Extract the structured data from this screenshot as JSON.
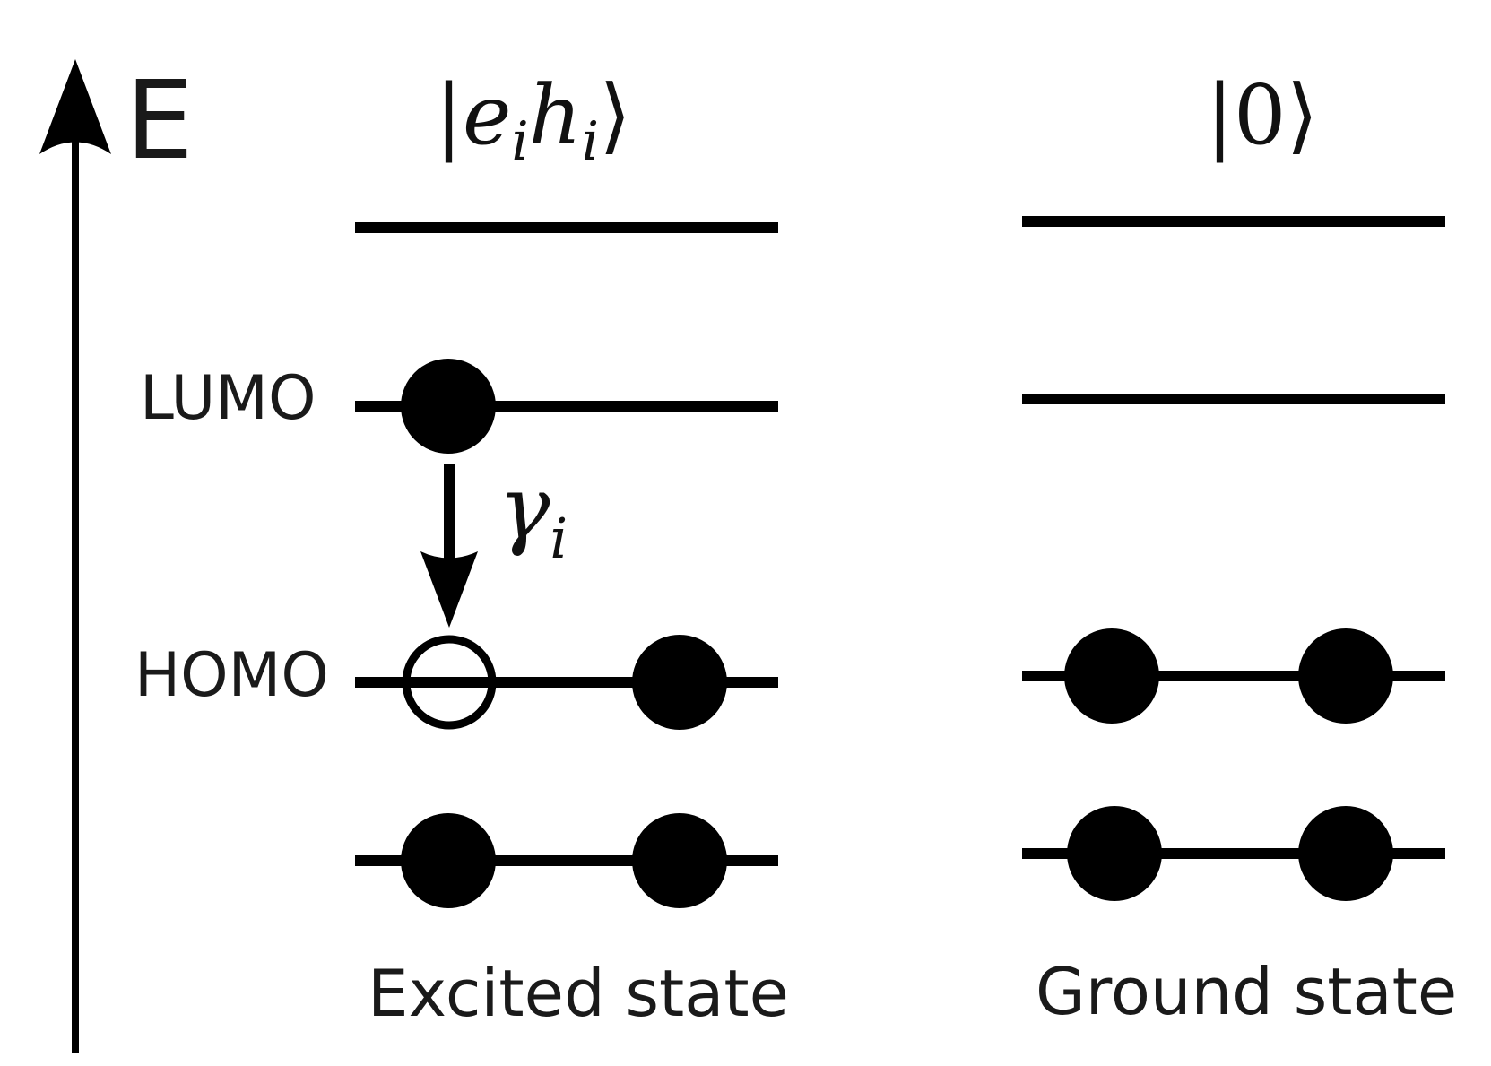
{
  "axis": {
    "label": "E"
  },
  "levels": {
    "lumo_label": "LUMO",
    "homo_label": "HOMO"
  },
  "excited": {
    "ket_open": "|",
    "e": "e",
    "i1": "i",
    "h": "h",
    "i2": "i",
    "ket_close": "⟩",
    "caption": "Excited state"
  },
  "ground": {
    "ket_open": "|",
    "zero": "0",
    "ket_close": "⟩",
    "caption": "Ground state"
  },
  "transition": {
    "gamma": "γ",
    "sub": "i"
  },
  "colors": {
    "ink": "#000000",
    "text": "#1a1a1a"
  }
}
